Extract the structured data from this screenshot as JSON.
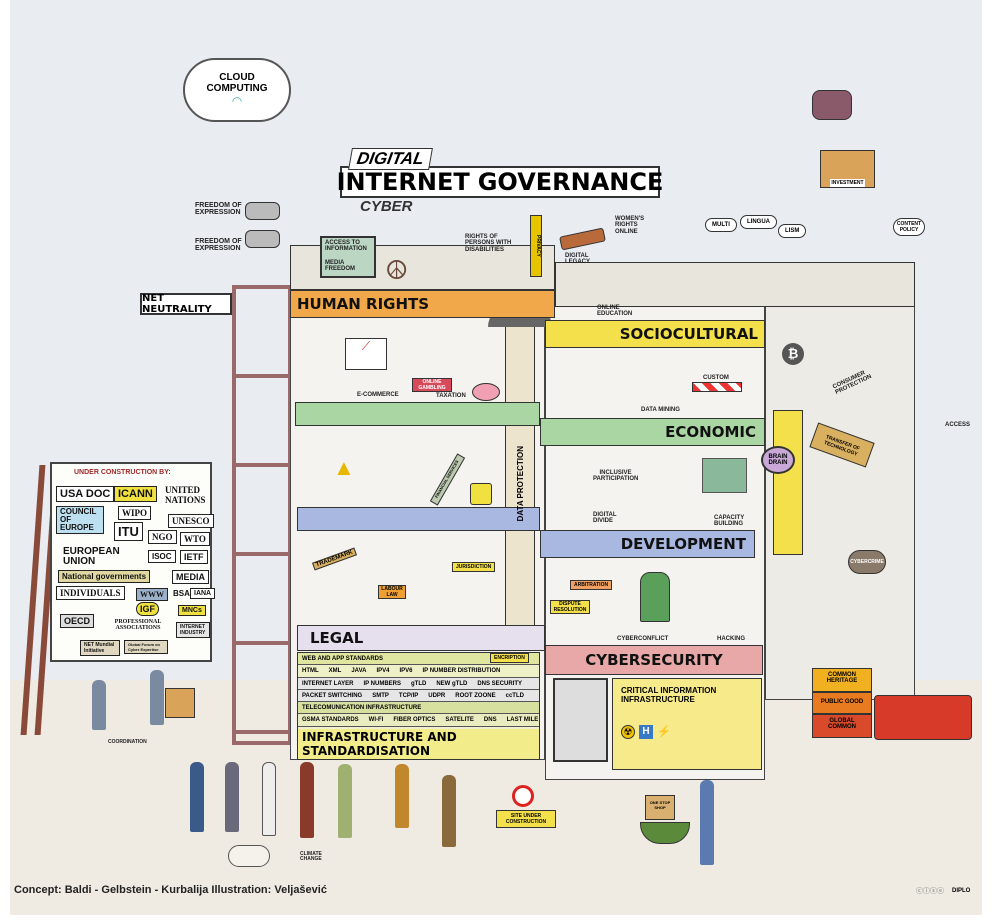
{
  "title": {
    "top": "DIGITAL",
    "main_left": "INTERNET",
    "main_right": "GOVERNANCE",
    "bottom": "CYBER"
  },
  "cloud": "CLOUD COMPUTING",
  "net_neutrality": "NET NEUTRALITY",
  "freedom": [
    "FREEDOM OF EXPRESSION",
    "FREEDOM OF EXPRESSION"
  ],
  "baskets": {
    "human_rights": "HUMAN RIGHTS",
    "sociocultural": "SOCIOCULTURAL",
    "economic": "ECONOMIC",
    "development": "DEVELOPMENT",
    "legal": "LEGAL",
    "cybersecurity": "CYBERSECURITY",
    "infrastructure": "INFRASTRUCTURE AND STANDARDISATION"
  },
  "human_rights_items": [
    "ACCESS TO INFORMATION",
    "MEDIA FREEDOM",
    "RIGHTS OF PERSONS WITH DISABILITIES",
    "PRIVACY"
  ],
  "sociocultural_items": [
    "WOMEN'S RIGHTS ONLINE",
    "DIGITAL LEGACY",
    "ONLINE EDUCATION",
    "MULTI",
    "LINGUA",
    "LISM",
    "CONTENT POLICY"
  ],
  "economic_items": [
    "E-COMMERCE",
    "ONLINE GAMBLING",
    "TAXATION",
    "DATA MINING",
    "CUSTOM",
    "CONSUMER PROTECTION"
  ],
  "development_items": [
    "FINANCIAL SERVICES",
    "INCLUSIVE PARTICIPATION",
    "DIGITAL DIVIDE",
    "CAPACITY BUILDING",
    "BRAIN DRAIN",
    "TRANSFER OF TECHNOLOGY",
    "ACCESS"
  ],
  "legal_items": [
    "TRADEMARK",
    "LABOUR LAW",
    "JURISDICTION",
    "ARBITRATION",
    "DISPUTE RESOLUTION",
    "ENCRIPTION"
  ],
  "cyber_items": [
    "CYBERCONFLICT",
    "HACKING",
    "CYBERCRIME"
  ],
  "data_protection": "DATA PROTECTION",
  "infrastructure_rows": [
    [
      "WEB AND APP STANDARDS"
    ],
    [
      "HTML",
      "XML",
      "JAVA",
      "IPV4",
      "IPV6",
      "IP NUMBER DISTRIBUTION"
    ],
    [
      "INTERNET LAYER",
      "IP NUMBERS",
      "gTLD",
      "NEW gTLD",
      "DNS SECURITY"
    ],
    [
      "PACKET SWITCHING",
      "SMTP",
      "TCP/IP",
      "UDPR",
      "ROOT ZOONE",
      "ccTLD"
    ],
    [
      "TELECOMUNICATION INFRASTRUCTURE"
    ],
    [
      "GSMA STANDARDS",
      "WI-FI",
      "FIBER OPTICS",
      "SATELITE",
      "DNS",
      "LAST MILE"
    ]
  ],
  "critical_infrastructure": "CRITICAL INFORMATION INFRASTRUCTURE",
  "critical_icons": [
    "radiation-icon",
    "hospital-icon",
    "power-grid-icon"
  ],
  "board": {
    "heading": "UNDER CONSTRUCTION BY:",
    "tags": [
      "USA DOC",
      "ICANN",
      "UNITED NATIONS",
      "COUNCIL OF EUROPE",
      "WIPO",
      "UNESCO",
      "ITU",
      "NGO",
      "WTO",
      "EUROPEAN UNION",
      "ISOC",
      "IETF",
      "National governments",
      "MEDIA",
      "INDIVIDUALS",
      "WWW",
      "BSA",
      "IANA",
      "IGF",
      "MNCs",
      "OECD",
      "PROFESSIONAL ASSOCIATIONS",
      "INTERNET INDUSTRY",
      "NET Mundial Initiative",
      "Global Forum on Cyber Expertise"
    ]
  },
  "ground_items": [
    "COORDINATION",
    "CLIMATE CHANGE",
    "SITE UNDER CONSTRUCTION",
    "ONE STOP SHOP"
  ],
  "investment": "INVESTMENT",
  "commons": [
    "COMMON HERITAGE",
    "PUBLIC GOOD",
    "GLOBAL COMMON"
  ],
  "footer": {
    "credits": "Concept: Baldi - Gelbstein - Kurbalija  Illustration: Veljašević",
    "logo": "DIPLO"
  }
}
